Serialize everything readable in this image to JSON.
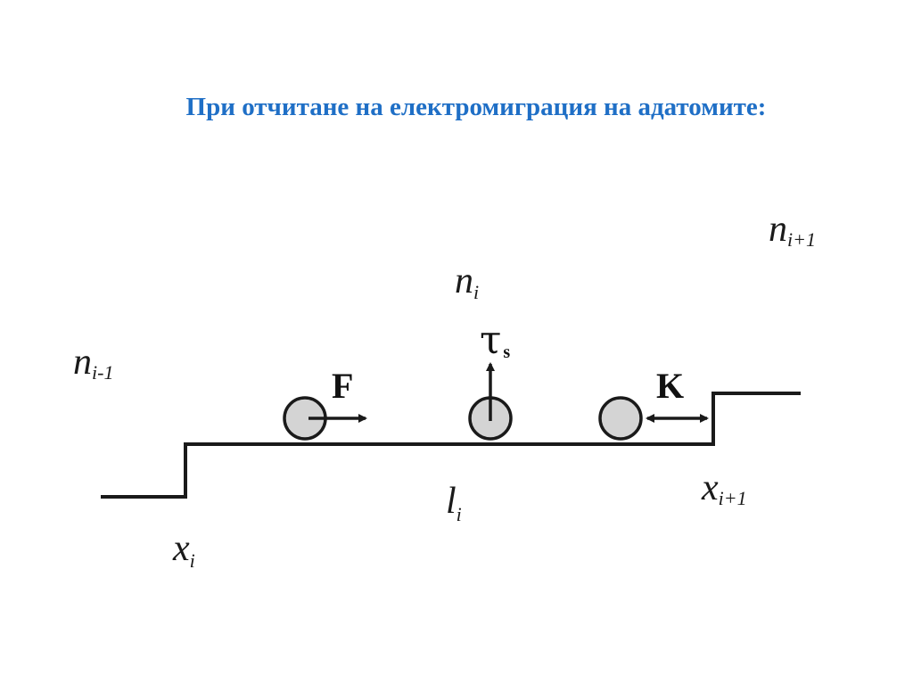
{
  "slide": {
    "title": "При отчитане на електромиграция на адатомите:"
  },
  "diagram": {
    "labels": {
      "n_left": {
        "base": "n",
        "sub": "i-1"
      },
      "n_mid": {
        "base": "n",
        "sub": "i"
      },
      "n_right": {
        "base": "n",
        "sub": "i+1"
      },
      "x_left": {
        "base": "x",
        "sub": "i"
      },
      "x_right": {
        "base": "x",
        "sub": "i+1"
      },
      "l_mid": {
        "base": "l",
        "sub": "i"
      },
      "force": "F",
      "kink": "K",
      "tau": {
        "base": "τ",
        "sub": "s"
      }
    },
    "colors": {
      "title": "#1f6fc6",
      "line": "#1a1a1a",
      "adatom_fill": "#d4d4d4"
    }
  }
}
